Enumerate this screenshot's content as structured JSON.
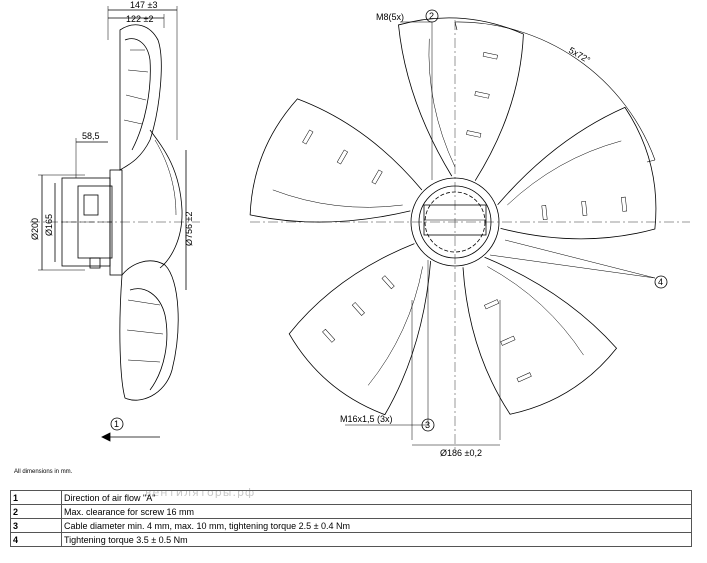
{
  "side_view": {
    "dim_total_depth": "147 ±3",
    "dim_hub_depth": "122 ±2",
    "dim_mount_offset": "58,5",
    "dim_outer_diameter": "Ø200",
    "dim_inner_diameter": "Ø165",
    "dim_fan_diameter": "Ø756 ±2",
    "callout_airflow": "1"
  },
  "front_view": {
    "screw_label": "M8(5x)",
    "callout_screw": "2",
    "angle_label": "5x72°",
    "thread_label": "M16x1,5 (3x)",
    "callout_cable": "3",
    "hub_diameter": "Ø186 ±0,2",
    "callout_torque": "4"
  },
  "note": "All dimensions in mm.",
  "watermark": "вентиляторы.рф",
  "legend": [
    {
      "num": "1",
      "text": "Direction of air flow \"A\""
    },
    {
      "num": "2",
      "text": "Max. clearance for screw 16 mm"
    },
    {
      "num": "3",
      "text": "Cable diameter min. 4 mm, max. 10 mm, tightening torque 2.5 ± 0.4 Nm"
    },
    {
      "num": "4",
      "text": "Tightening torque 3.5 ± 0.5 Nm"
    }
  ]
}
